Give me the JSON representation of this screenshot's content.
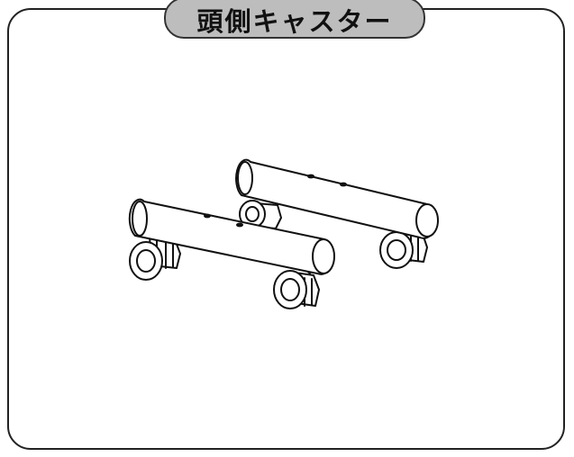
{
  "title": "頭側キャスター",
  "colors": {
    "frame": "#222222",
    "tab_fill": "#bdbdbd",
    "ink": "#111111"
  },
  "parts": [
    {
      "kind": "caster-bar",
      "position": "front",
      "caster_count": 2
    },
    {
      "kind": "caster-bar",
      "position": "back",
      "caster_count": 2
    }
  ]
}
